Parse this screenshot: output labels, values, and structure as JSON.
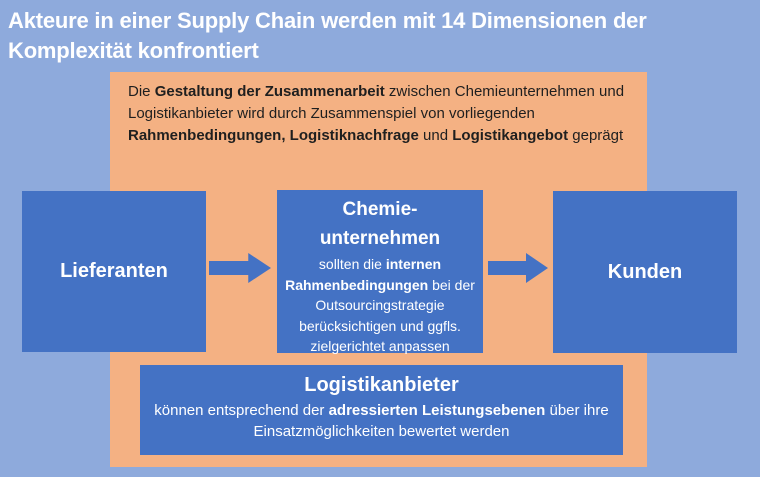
{
  "colors": {
    "background": "#8EAADC",
    "panel_orange": "#F4B183",
    "node_blue": "#4472C4",
    "title_text": "#FFFFFF",
    "body_text_dark": "#1F1F1F",
    "body_text_light": "#FFFFFF"
  },
  "title": {
    "line1": "Akteure in einer Supply Chain werden mit 14 Dimensionen der",
    "line2": "Komplexität konfrontiert"
  },
  "intro": {
    "segments": [
      {
        "text": "Die ",
        "bold": false
      },
      {
        "text": "Gestaltung der Zusammenarbeit",
        "bold": true
      },
      {
        "text": " zwischen Chemieunternehmen und Logistikanbieter wird durch Zusammenspiel von vorliegenden ",
        "bold": false
      },
      {
        "text": "Rahmenbedingungen,",
        "bold": true
      },
      {
        "text": " ",
        "bold": false
      },
      {
        "text": "Logistiknachfrage",
        "bold": true
      },
      {
        "text": " und ",
        "bold": false
      },
      {
        "text": "Logistikangebot",
        "bold": true
      },
      {
        "text": " geprägt",
        "bold": false
      }
    ]
  },
  "nodes": {
    "suppliers": {
      "label": "Lieferanten"
    },
    "chemical": {
      "title_line1": "Chemie-",
      "title_line2": "unternehmen",
      "body_segments": [
        {
          "text": "sollten die ",
          "bold": false
        },
        {
          "text": "internen Rahmenbedingungen",
          "bold": true
        },
        {
          "text": " bei der Outsourcingstrategie berücksichtigen und ggfls. zielgerichtet anpassen",
          "bold": false
        }
      ]
    },
    "customers": {
      "label": "Kunden"
    },
    "logistics": {
      "title": "Logistikanbieter",
      "body_segments": [
        {
          "text": "können entsprechend der ",
          "bold": false
        },
        {
          "text": "adressierten Leistungsebenen",
          "bold": true
        },
        {
          "text": " über ihre Einsatzmöglichkeiten bewertet werden",
          "bold": false
        }
      ]
    }
  },
  "arrows": [
    {
      "icon": "arrow-right-icon"
    },
    {
      "icon": "arrow-right-icon"
    }
  ]
}
